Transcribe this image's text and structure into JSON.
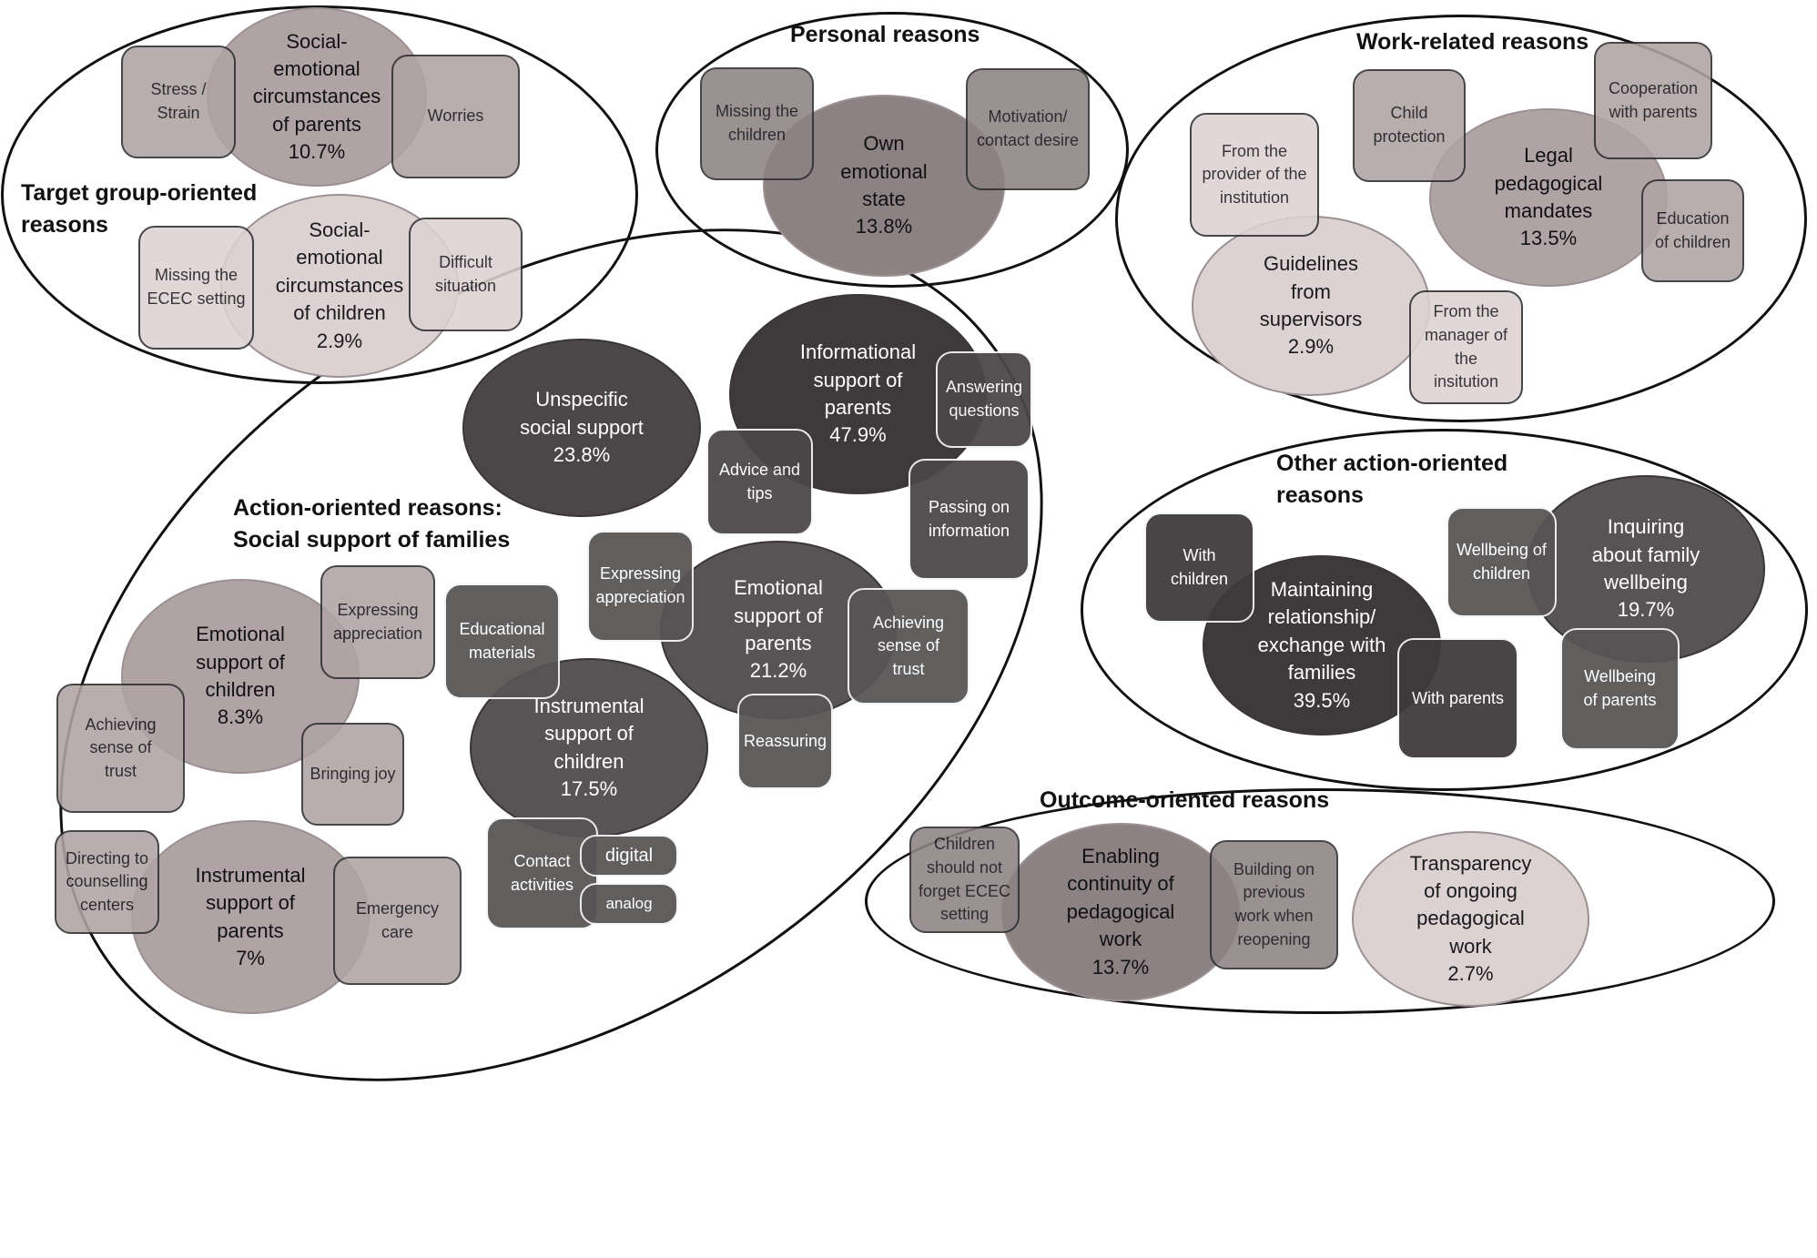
{
  "groups": {
    "target": "Target group-oriented\nreasons",
    "personal": "Personal reasons",
    "work": "Work-related reasons",
    "action": "Action-oriented reasons:\nSocial support of families",
    "other": "Other action-oriented\nreasons",
    "outcome": "Outcome-oriented reasons"
  },
  "nodes": {
    "parents_circ": "Social-\nemotional\ncircumstances\nof parents\n10.7%",
    "stress": "Stress /\nStrain",
    "worries": "Worries",
    "children_circ": "Social-\nemotional\ncircumstances\nof children\n2.9%",
    "missing_ecec": "Missing the\nECEC setting",
    "difficult": "Difficult\nsituation",
    "own_state": "Own\nemotional\nstate\n13.8%",
    "missing_children": "Missing the\nchildren",
    "motivation": "Motivation/\ncontact desire",
    "legal": "Legal\npedagogical\nmandates\n13.5%",
    "child_protection": "Child\nprotection",
    "cooperation": "Cooperation\nwith parents",
    "education": "Education\nof children",
    "guidelines": "Guidelines\nfrom\nsupervisors\n2.9%",
    "provider": "From the\nprovider of the\ninstitution",
    "manager": "From the\nmanager of\nthe\ninsitution",
    "unspecific": "Unspecific\nsocial support\n23.8%",
    "informational": "Informational\nsupport of\nparents\n47.9%",
    "answering": "Answering\nquestions",
    "advice": "Advice and\ntips",
    "passing": "Passing on\ninformation",
    "emo_parents": "Emotional\nsupport of\nparents\n21.2%",
    "expr_app_parents": "Expressing\nappreciation",
    "trust_parents": "Achieving\nsense of\ntrust",
    "reassuring": "Reassuring",
    "emo_children": "Emotional\nsupport of\nchildren\n8.3%",
    "expr_app_children": "Expressing\nappreciation",
    "trust_children": "Achieving\nsense of\ntrust",
    "joy": "Bringing joy",
    "instr_children": "Instrumental\nsupport of\nchildren\n17.5%",
    "materials": "Educational\nmaterials",
    "contact": "Contact\nactivities",
    "digital": "digital",
    "analog": "analog",
    "instr_parents": "Instrumental\nsupport of\nparents\n7%",
    "counselling": "Directing to\ncounselling\ncenters",
    "emergency": "Emergency\ncare",
    "maintaining": "Maintaining\nrelationship/\nexchange with\nfamilies\n39.5%",
    "with_children": "With\nchildren",
    "with_parents": "With parents",
    "inquiring": "Inquiring\nabout family\nwellbeing\n19.7%",
    "wb_children": "Wellbeing of\nchildren",
    "wb_parents": "Wellbeing\nof  parents",
    "enabling": "Enabling\ncontinuity of\npedagogical\nwork\n13.7%",
    "not_forget": "Children\nshould not\nforget ECEC\nsetting",
    "building": "Building on\nprevious\nwork when\nreopening",
    "transparency": "Transparency\nof ongoing\npedagogical\nwork\n2.7%"
  },
  "colors": {
    "pale": "#ddd2d3",
    "light": "#b0a3a5",
    "mid": "#8c8284",
    "dark": "#585455",
    "darker": "#4b4748",
    "darkest": "#3e3a3b"
  }
}
